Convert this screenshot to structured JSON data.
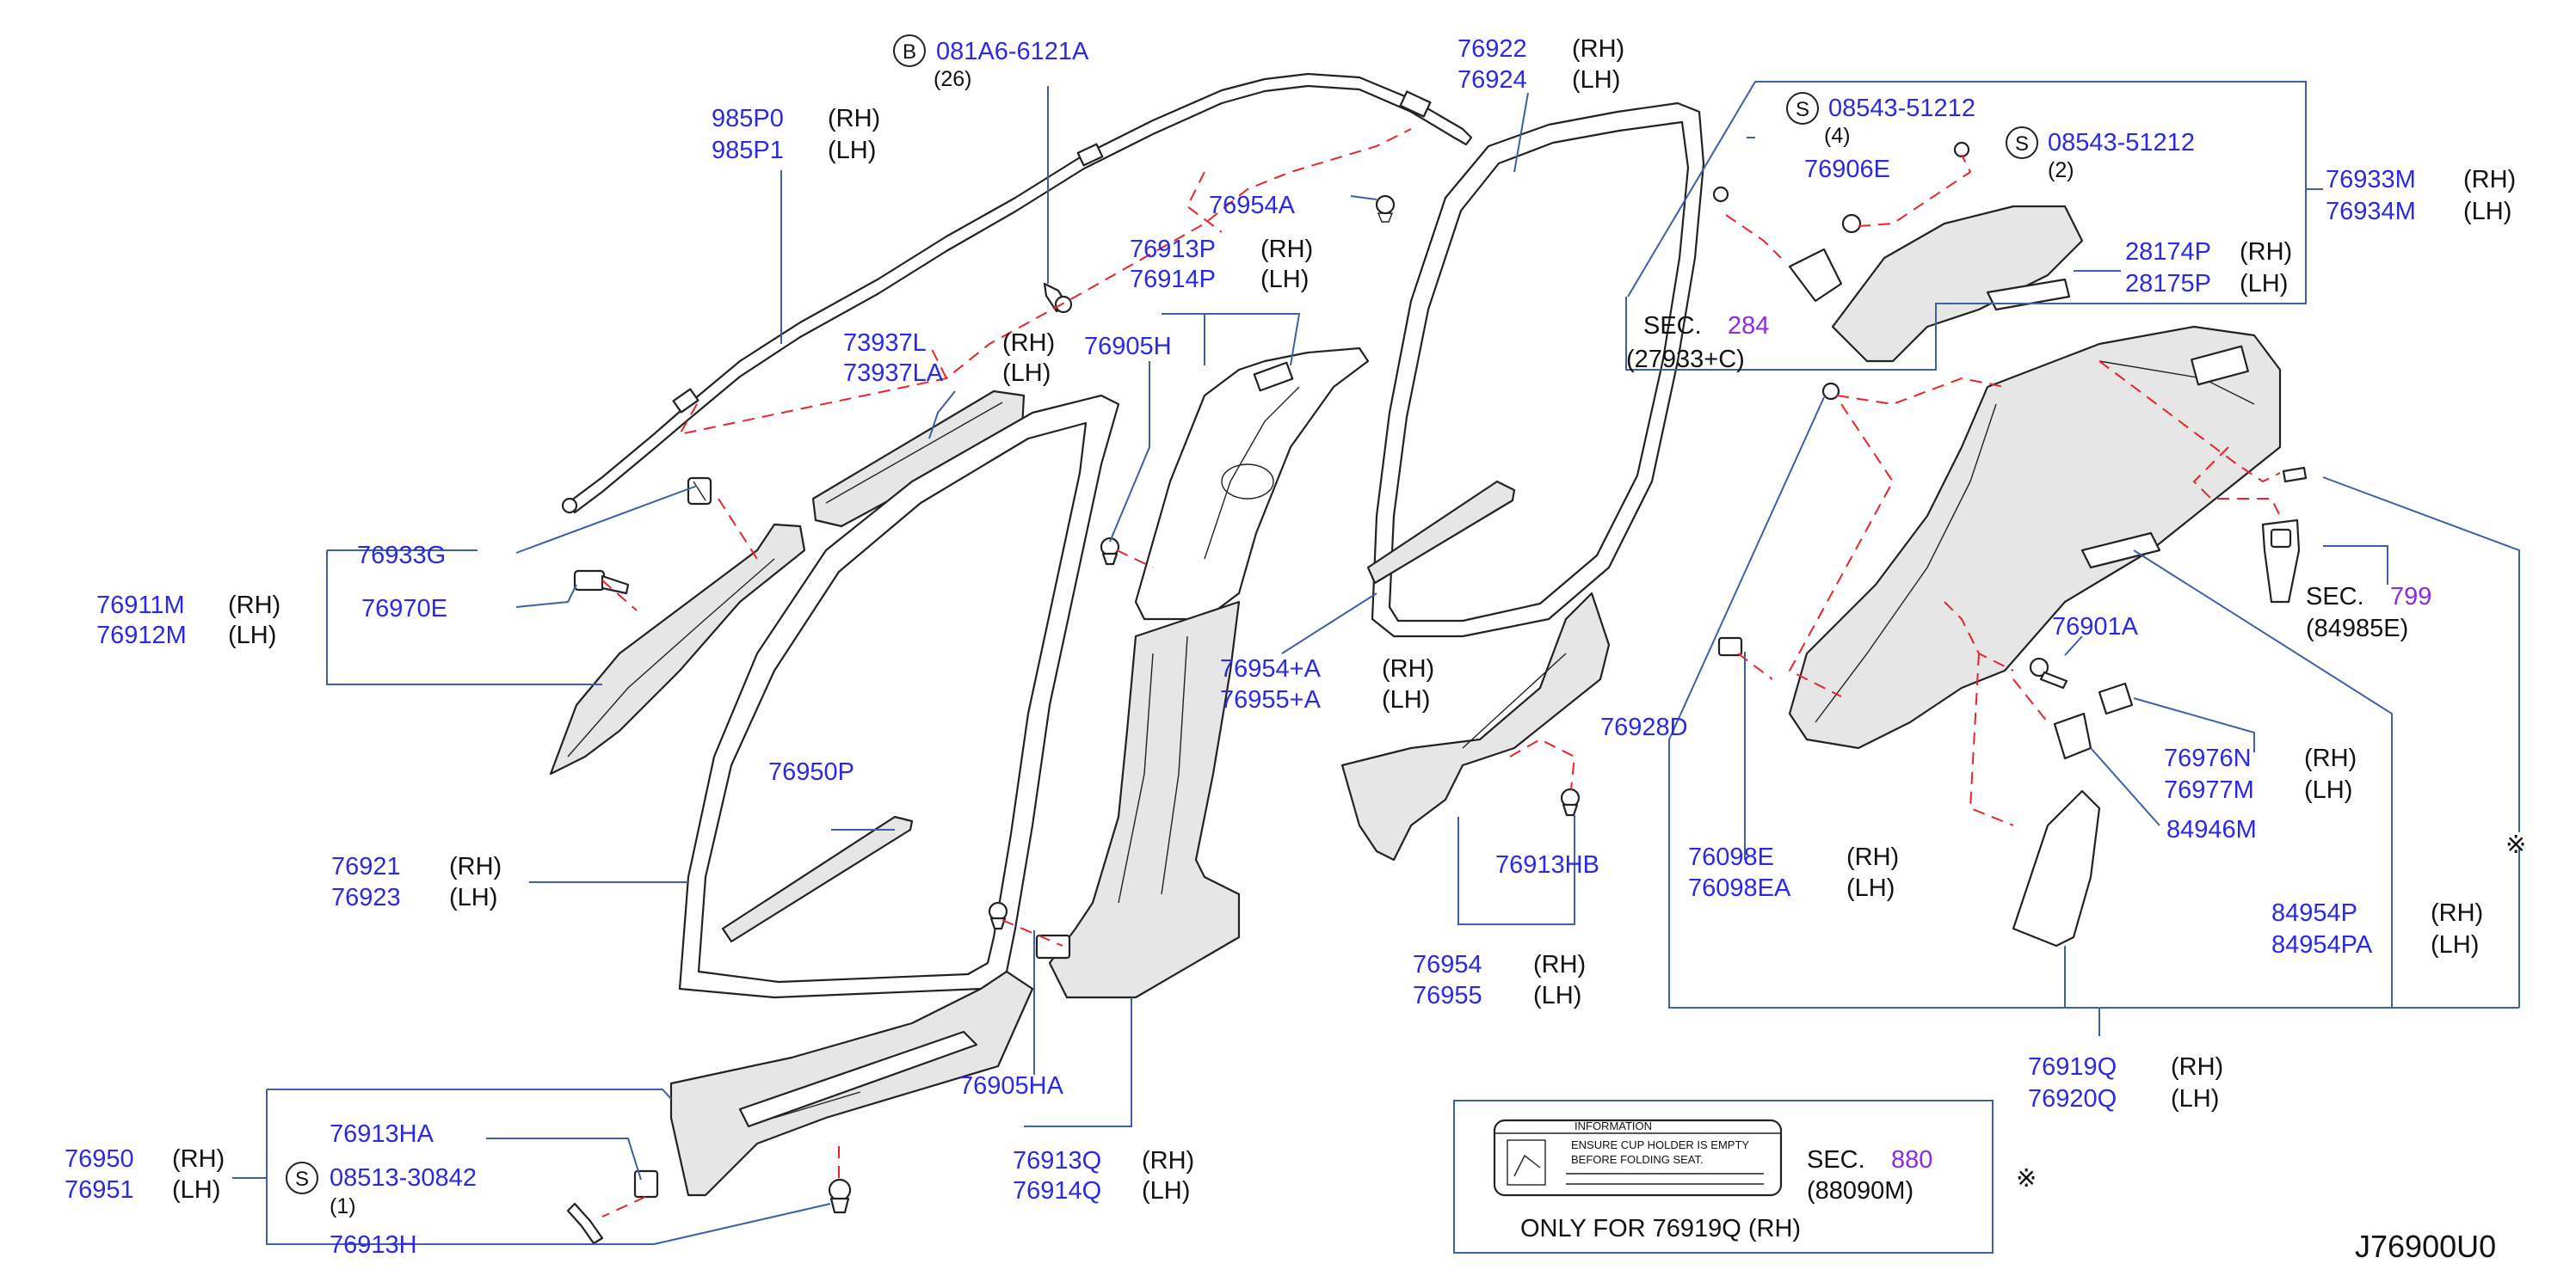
{
  "diagram_code": "J76900U0",
  "labels": {
    "l081A6": "081A6-6121A",
    "l081A6_qty": "(26)",
    "l081A6_badge": "B",
    "l985P0": "985P0",
    "l985P0_side": "(RH)",
    "l985P1": "985P1",
    "l985P1_side": "(LH)",
    "l76954A": "76954A",
    "l76913P": "76913P",
    "l76913P_side": "(RH)",
    "l76914P": "76914P",
    "l76914P_side": "(LH)",
    "l76905H": "76905H",
    "l73937L": "73937L",
    "l73937L_side": "(RH)",
    "l73937LA": "73937LA",
    "l73937LA_side": "(LH)",
    "l76933G": "76933G",
    "l76911M": "76911M",
    "l76911M_side": "(RH)",
    "l76912M": "76912M",
    "l76912M_side": "(LH)",
    "l76970E": "76970E",
    "l76950P": "76950P",
    "l76921": "76921",
    "l76921_side": "(RH)",
    "l76923": "76923",
    "l76923_side": "(LH)",
    "l76922": "76922",
    "l76922_side": "(RH)",
    "l76924": "76924",
    "l76924_side": "(LH)",
    "l76954pA": "76954+A",
    "l76954pA_side": "(RH)",
    "l76955pA": "76955+A",
    "l76955pA_side": "(LH)",
    "l76913HB": "76913HB",
    "l76954": "76954",
    "l76954_side": "(RH)",
    "l76955": "76955",
    "l76955_side": "(LH)",
    "l76905HA": "76905HA",
    "l76913Q": "76913Q",
    "l76913Q_side": "(RH)",
    "l76914Q": "76914Q",
    "l76914Q_side": "(LH)",
    "l76950": "76950",
    "l76950_side": "(RH)",
    "l76951": "76951",
    "l76951_side": "(LH)",
    "l76913HA": "76913HA",
    "l08513": "08513-30842",
    "l08513_qty": "(1)",
    "l08513_badge": "S",
    "l76913H": "76913H",
    "l08543a": "08543-51212",
    "l08543a_qty": "(4)",
    "l08543a_badge": "S",
    "l08543b": "08543-51212",
    "l08543b_qty": "(2)",
    "l08543b_badge": "S",
    "l76906E": "76906E",
    "sec284": "SEC.",
    "sec284_num": "284",
    "sec284_sub": "(27933+C)",
    "l76933M": "76933M",
    "l76933M_side": "(RH)",
    "l76934M": "76934M",
    "l76934M_side": "(LH)",
    "l28174P": "28174P",
    "l28174P_side": "(RH)",
    "l28175P": "28175P",
    "l28175P_side": "(LH)",
    "sec799": "SEC.",
    "sec799_num": "799",
    "sec799_sub": "(84985E)",
    "l76901A": "76901A",
    "l76976N": "76976N",
    "l76976N_side": "(RH)",
    "l76977M": "76977M",
    "l76977M_side": "(LH)",
    "l76928D": "76928D",
    "l84946M": "84946M",
    "l76098E": "76098E",
    "l76098E_side": "(RH)",
    "l76098EA": "76098EA",
    "l76098EA_side": "(LH)",
    "l84954P": "84954P",
    "l84954P_side": "(RH)",
    "l84954PA": "84954PA",
    "l84954PA_side": "(LH)",
    "l76919Q": "76919Q",
    "l76919Q_side": "(RH)",
    "l76920Q": "76920Q",
    "l76920Q_side": "(LH)",
    "ref_mark": "※",
    "sec880": "SEC.",
    "sec880_num": "880",
    "sec880_sub": "(88090M)",
    "info_title": "INFORMATION",
    "info_line1": "ENSURE   CUP   HOLDER   IS   EMPTY",
    "info_line2": "BEFORE   FOLDING   SEAT.",
    "only_for": "ONLY   FOR   76919Q   (RH)",
    "ref_mark2": "※"
  },
  "colors": {
    "part_number": "#2a2ae6",
    "section_number": "#8a2be2",
    "leader": "#3c5fa8",
    "dashed_link": "#e8242a"
  }
}
